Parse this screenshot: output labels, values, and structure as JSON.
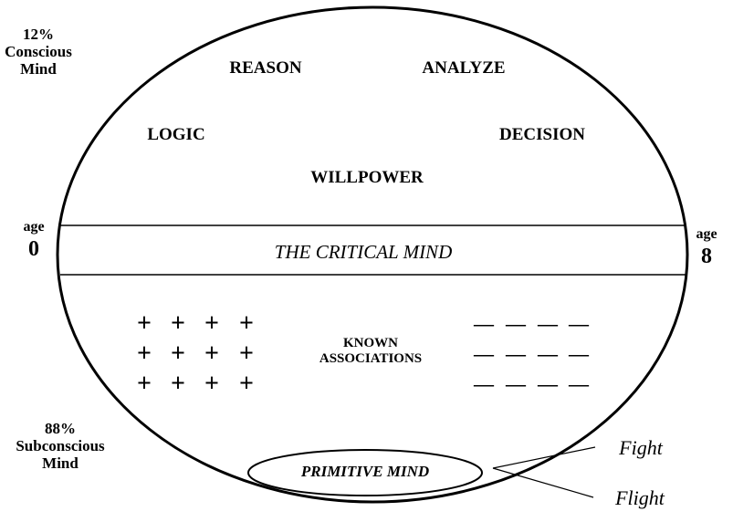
{
  "conscious": {
    "percent": "12%",
    "line1": "Conscious",
    "line2": "Mind"
  },
  "subconscious": {
    "percent": "88%",
    "line1": "Subconscious",
    "line2": "Mind"
  },
  "upper_words": [
    "REASON",
    "ANALYZE",
    "LOGIC",
    "DECISION",
    "WILLPOWER"
  ],
  "age_left": {
    "label": "age",
    "value": "0"
  },
  "age_right": {
    "label": "age",
    "value": "8"
  },
  "critical_mind": "THE CRITICAL MIND",
  "known_associations": {
    "line1": "KNOWN",
    "line2": "ASSOCIATIONS"
  },
  "positive_symbol": "+",
  "negative_symbol": "—",
  "primitive_mind": "PRIMITIVE MIND",
  "responses": [
    "Fight",
    "Flight"
  ]
}
